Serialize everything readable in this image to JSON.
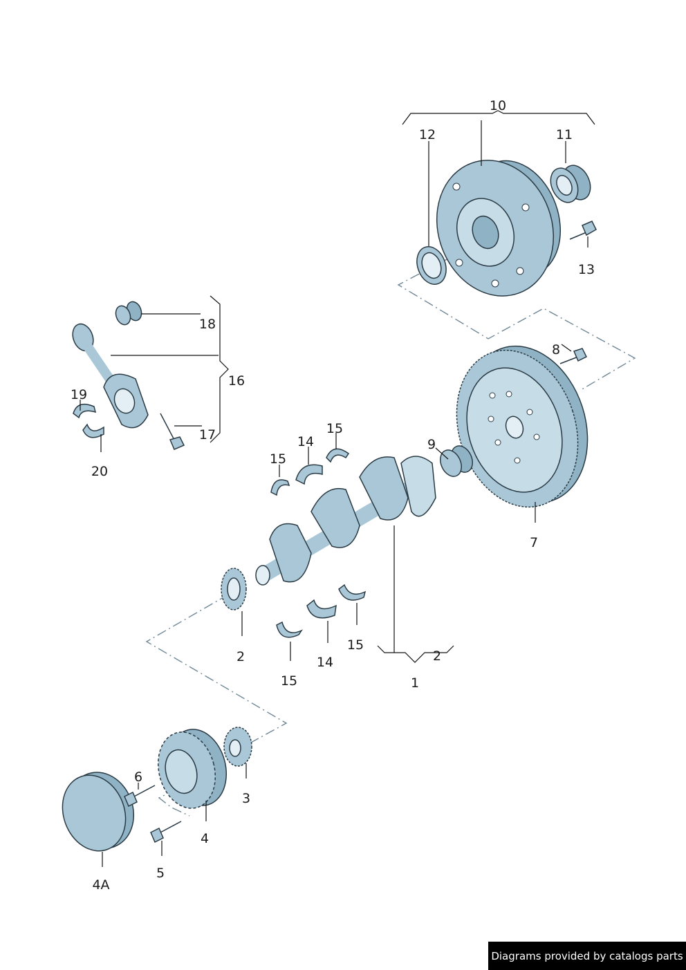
{
  "labels": {
    "p1": "1",
    "p2a": "2",
    "p2b": "2",
    "p3": "3",
    "p4": "4",
    "p4a": "4A",
    "p5": "5",
    "p6": "6",
    "p7": "7",
    "p8": "8",
    "p9": "9",
    "p10": "10",
    "p11": "11",
    "p12": "12",
    "p13": "13",
    "p14a": "14",
    "p14b": "14",
    "p15a": "15",
    "p15b": "15",
    "p15c": "15",
    "p15d": "15",
    "p16": "16",
    "p17": "17",
    "p18": "18",
    "p19": "19",
    "p20": "20"
  },
  "footer": {
    "credit": "Diagrams provided by catalogs parts"
  },
  "colors": {
    "part_fill": "#a9c7d6",
    "part_stroke": "#2a3a44",
    "dash_line": "#6f8796",
    "badge_bg": "#000000",
    "badge_text": "#ffffff"
  }
}
